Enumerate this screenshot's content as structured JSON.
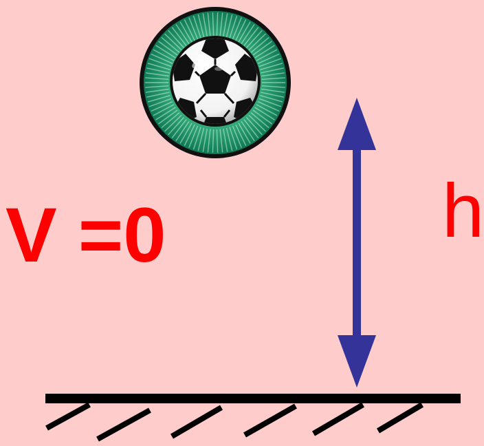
{
  "labels": {
    "velocity": "V =0",
    "height": "h"
  },
  "colors": {
    "background": "#FFCCCC",
    "label_text": "#FF0000",
    "arrow": "#333399",
    "ground": "#000000",
    "ball_badge_outer": "#0F7A55",
    "ball_badge_inner": "#2E9E6E",
    "ball_white": "#FFFFFF",
    "ball_patch": "#111111"
  },
  "icons": {
    "ball": "soccer-ball-icon",
    "height_arrow": "double-headed-arrow"
  }
}
